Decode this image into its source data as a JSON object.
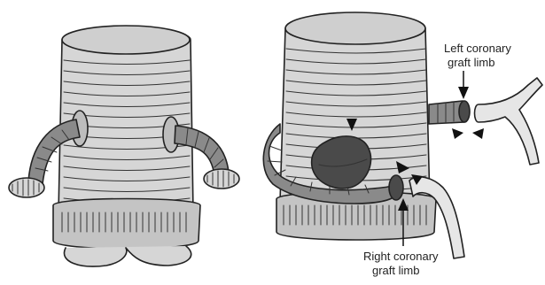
{
  "annotations": {
    "left_graft_line1": "Left coronary",
    "left_graft_line2": "graft limb",
    "right_graft_line1": "Right coronary",
    "right_graft_line2": "graft limb"
  },
  "colors": {
    "graft_fill": "#d6d6d6",
    "rim_fill": "#c4c4c4",
    "limb_fill": "#8a8a8a",
    "dark_fill": "#4a4a4a",
    "ink": "#222222"
  }
}
